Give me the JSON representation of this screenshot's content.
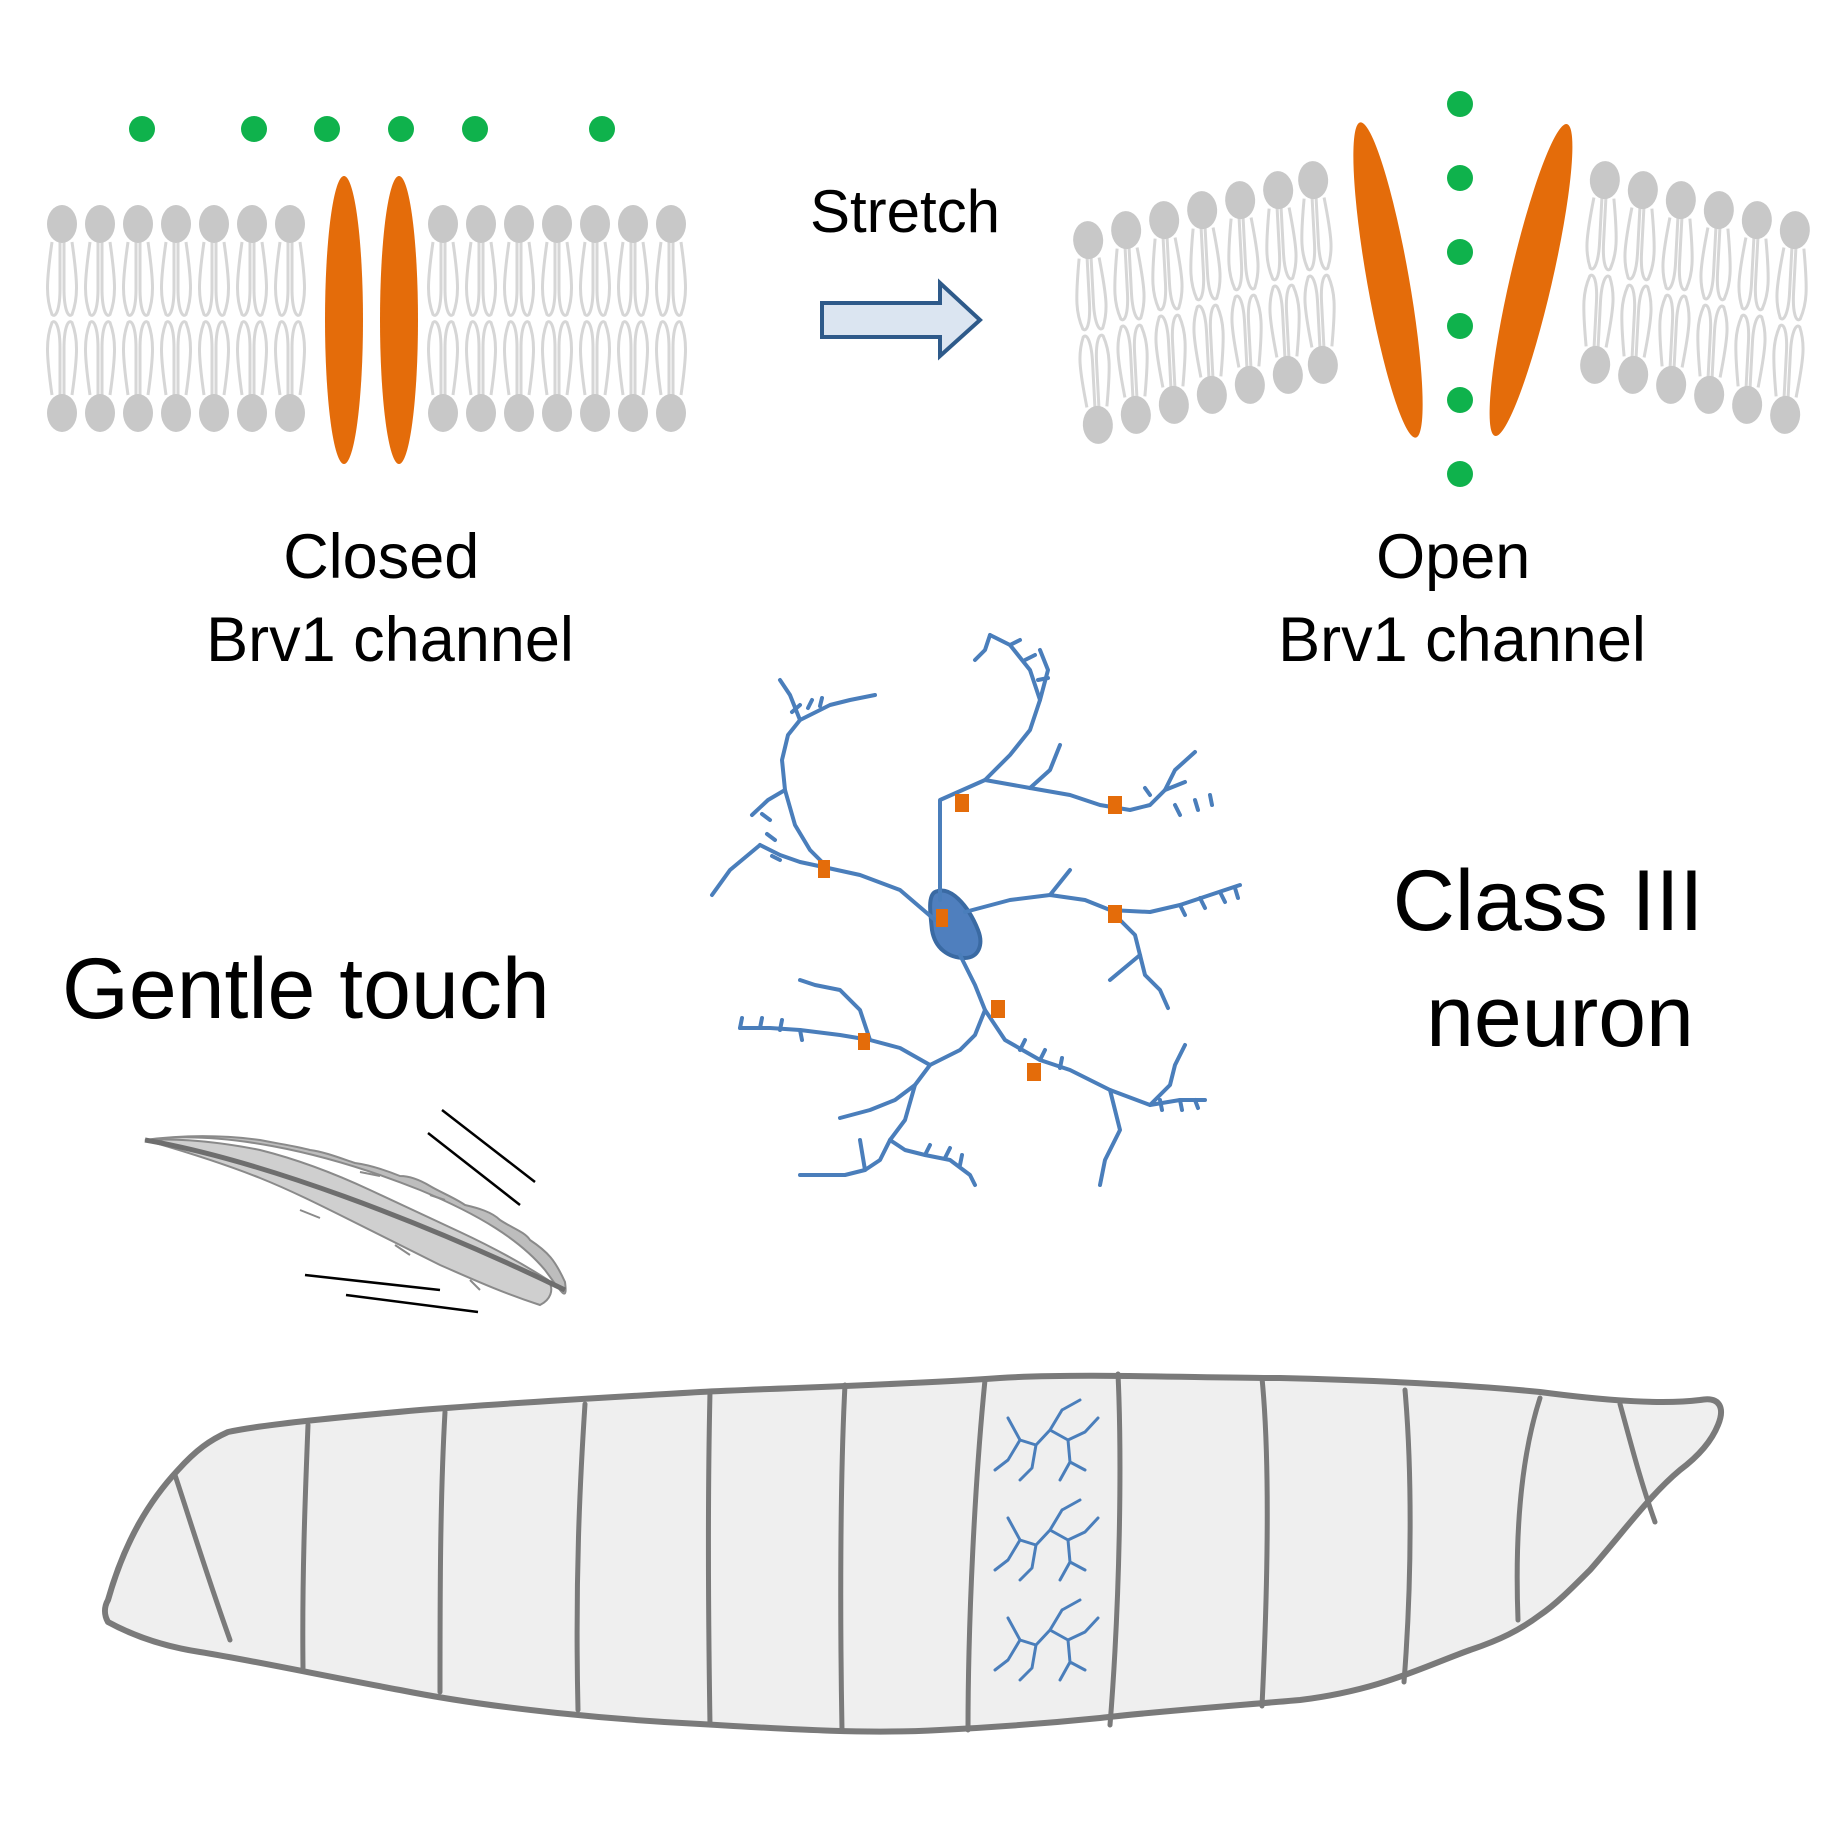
{
  "labels": {
    "stretch": "Stretch",
    "closed_line1": "Closed",
    "closed_line2": "Brv1 channel",
    "open_line1": "Open",
    "open_line2": "Brv1 channel",
    "class_line1": "Class  III",
    "class_line2": "neuron",
    "gentle_touch": "Gentle touch"
  },
  "colors": {
    "lipid": "#c8c8c8",
    "lipid_tail": "#d6d6d6",
    "channel": "#e46c0a",
    "ion": "#0fb24c",
    "neuron": "#4a7ebb",
    "neuron_soma": "#4f7fbe",
    "arrow_fill": "#dbe5f1",
    "arrow_stroke": "#2e5a8a",
    "larva_fill": "#efefef",
    "larva_stroke": "#7a7a7a",
    "feather": "#bdbdbd",
    "feather_shaft": "#6e6e6e"
  },
  "icons": [
    "lipid-bilayer-icon",
    "ion-channel-icon",
    "arrow-right-icon",
    "neuron-icon",
    "feather-icon",
    "larva-icon"
  ]
}
